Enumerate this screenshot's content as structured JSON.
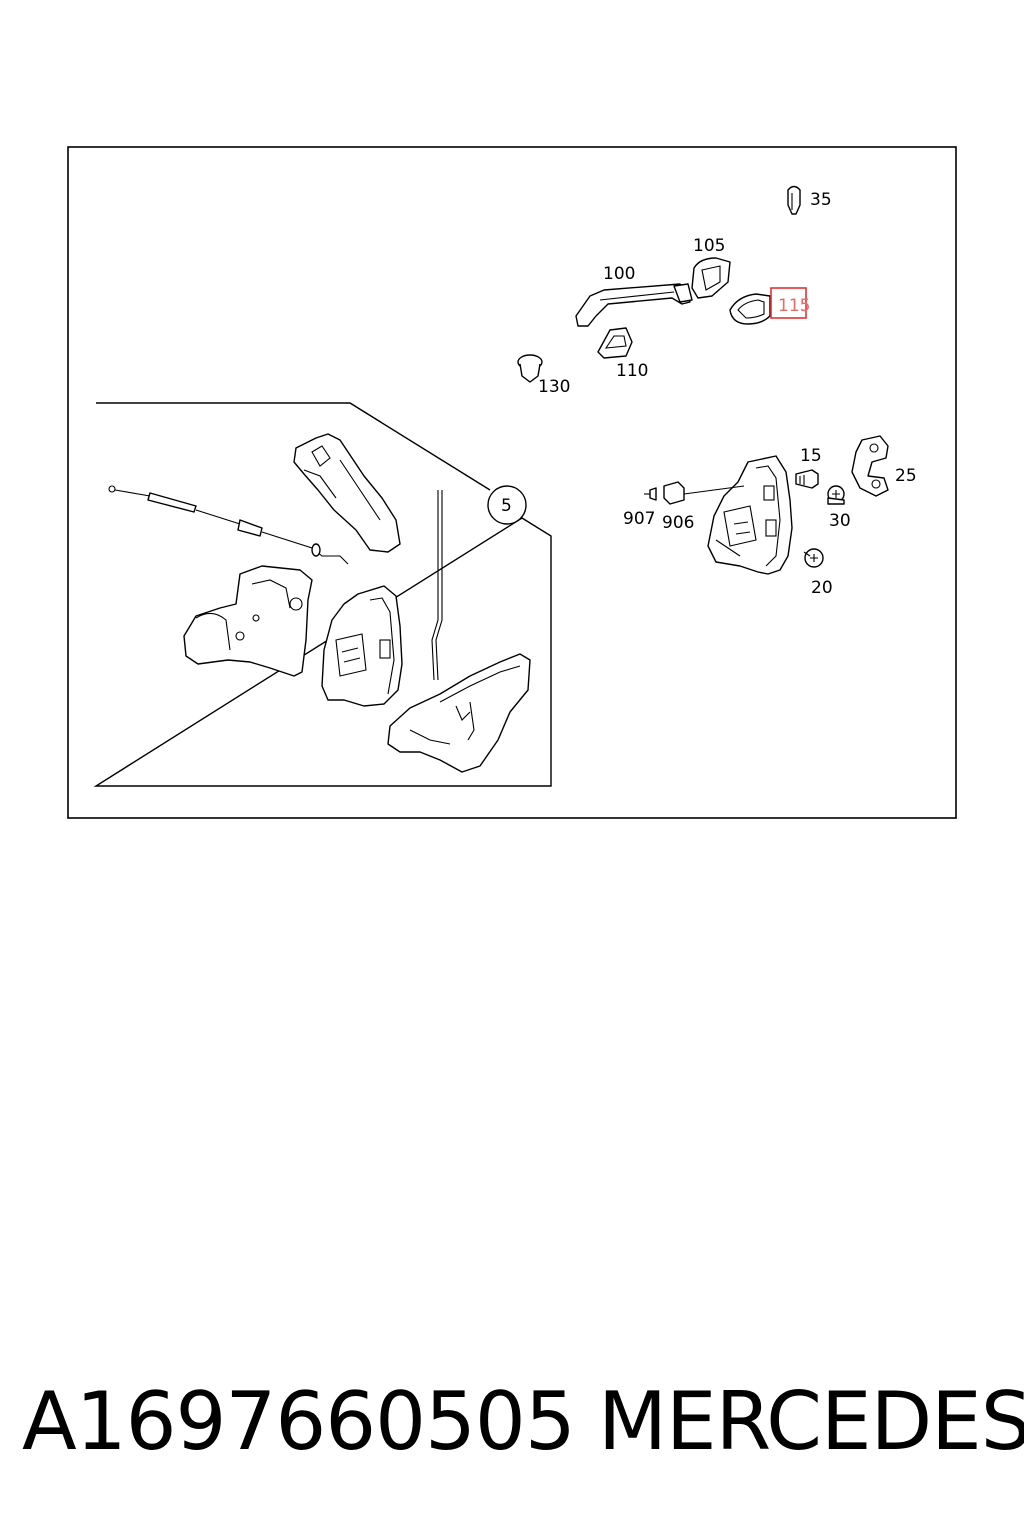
{
  "diagram": {
    "labels": {
      "l35": "35",
      "l105": "105",
      "l100": "100",
      "l115": "115",
      "l110": "110",
      "l130": "130",
      "l15": "15",
      "l25": "25",
      "l907": "907",
      "l906": "906",
      "l30": "30",
      "l20": "20",
      "l5": "5"
    },
    "highlight_color": "#e8312f"
  },
  "footer": {
    "part_number": "A1697660505",
    "brand": "MERCEDES"
  }
}
